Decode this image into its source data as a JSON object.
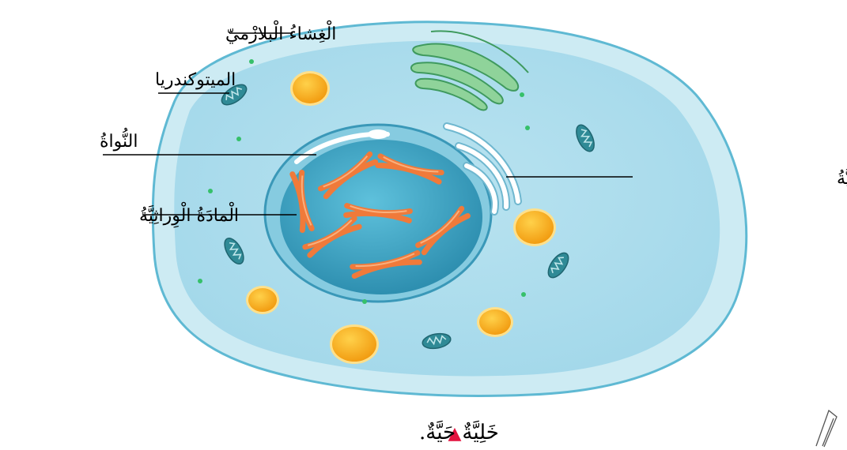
{
  "labels": {
    "plasma_membrane": "الْغِشاءُ الْبلازْميّ",
    "mitochondria": "الميتوكندريا",
    "nucleus": "النُّواةُ",
    "genetic_material": "الْمادَةُ الْوِراثِيَّةُ",
    "endoplasmic_reticulum": "الشَّبَكَةُ الْإِنْدوبلازْمِيَّةُ"
  },
  "caption": {
    "text": "خَلِيَّةٌ حَيَّةٌ.",
    "marker": "▲"
  },
  "colors": {
    "cytoplasm_outer": "#cdebf3",
    "cytoplasm_inner": "#a9dced",
    "membrane": "#5fb9d3",
    "nucleus": "#3fa7c6",
    "chromosome": "#f07a3a",
    "vesicle": "#f6b222",
    "mitochondrion": "#2f8a96",
    "golgi": "#8fd39a",
    "caption_marker": "#e3123e"
  }
}
